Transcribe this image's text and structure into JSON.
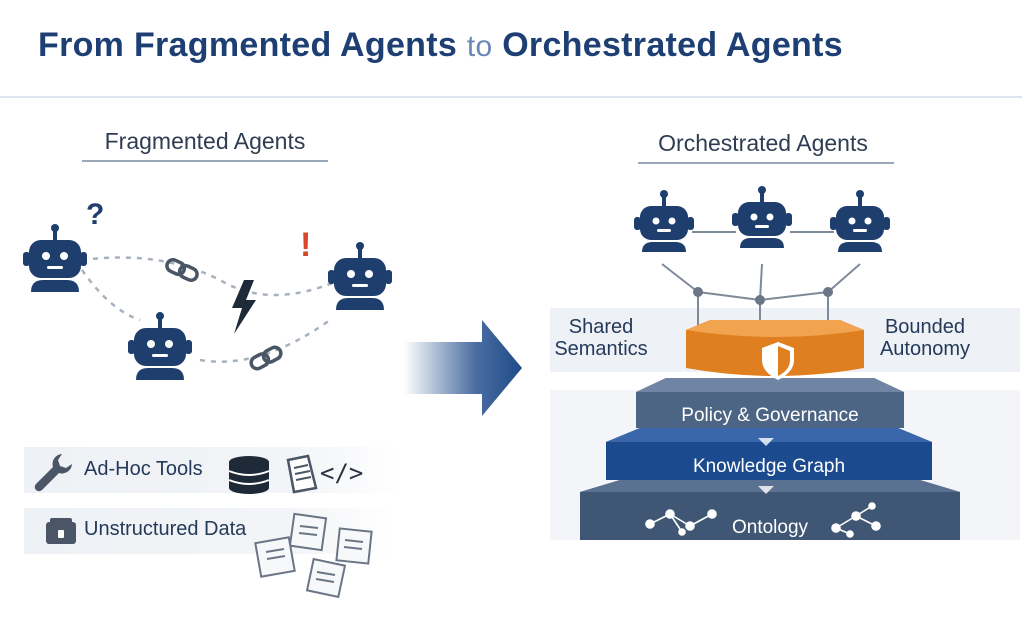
{
  "header": {
    "title_left": "From Fragmented Agents",
    "title_connector": "to",
    "title_right": "Orchestrated Agents"
  },
  "left": {
    "section_title": "Fragmented Agents",
    "marks": {
      "question": "?",
      "exclaim": "!"
    },
    "tools_label": "Ad-Hoc Tools",
    "code_glyph": "</>",
    "data_label": "Unstructured Data"
  },
  "right": {
    "section_title": "Orchestrated Agents",
    "side_left": "Shared\nSemantics",
    "side_right": "Bounded\nAutonomy",
    "layers": [
      "Policy & Governance",
      "Knowledge Graph",
      "Ontology"
    ]
  },
  "colors": {
    "navy": "#1e3e6e",
    "orange": "#e88a2a",
    "slate": "#4d6584",
    "royal": "#1b4a8e",
    "ontology": "#3f5775",
    "accent_red": "#d9462b"
  }
}
